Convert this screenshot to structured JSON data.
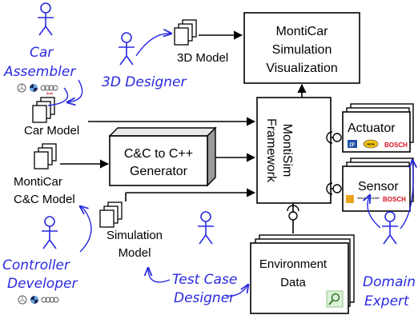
{
  "nodes": {
    "visualization": [
      "MontiCar",
      "Simulation",
      "Visualization"
    ],
    "three_d_model": "3D Model",
    "car_model": "Car Model",
    "cc_model": [
      "MontiCar",
      "C&C Model"
    ],
    "generator": [
      "C&C to C++",
      "Generator"
    ],
    "framework": [
      "MontiSim",
      "Framework"
    ],
    "actuator": "Actuator",
    "sensor": "Sensor",
    "simulation_model": [
      "Simulation",
      "Model"
    ],
    "environment_data": [
      "Environment",
      "Data"
    ]
  },
  "actors": {
    "car_assembler": [
      "Car",
      "Assembler"
    ],
    "three_d_designer": "3D Designer",
    "controller_developer": [
      "Controller",
      "Developer"
    ],
    "test_case_designer": [
      "Test Case",
      "Designer"
    ],
    "domain_expert": [
      "Domain",
      "Expert"
    ]
  },
  "logos": {
    "actuator": [
      "ZF",
      "Hella",
      "BOSCH"
    ],
    "sensor": [
      "Velodyne LiDAR",
      "BOSCH"
    ],
    "car_brands": [
      "Audi"
    ]
  },
  "colors": {
    "actor_blue": "#2a2adf",
    "line": "#000000",
    "bosch_red": "#d4111f",
    "zf_blue": "#1d4fa3",
    "hella_yellow": "#f3c511"
  },
  "icons": [
    "person-icon",
    "document-stack-icon",
    "magnifier-icon",
    "brand-logo-icon"
  ]
}
